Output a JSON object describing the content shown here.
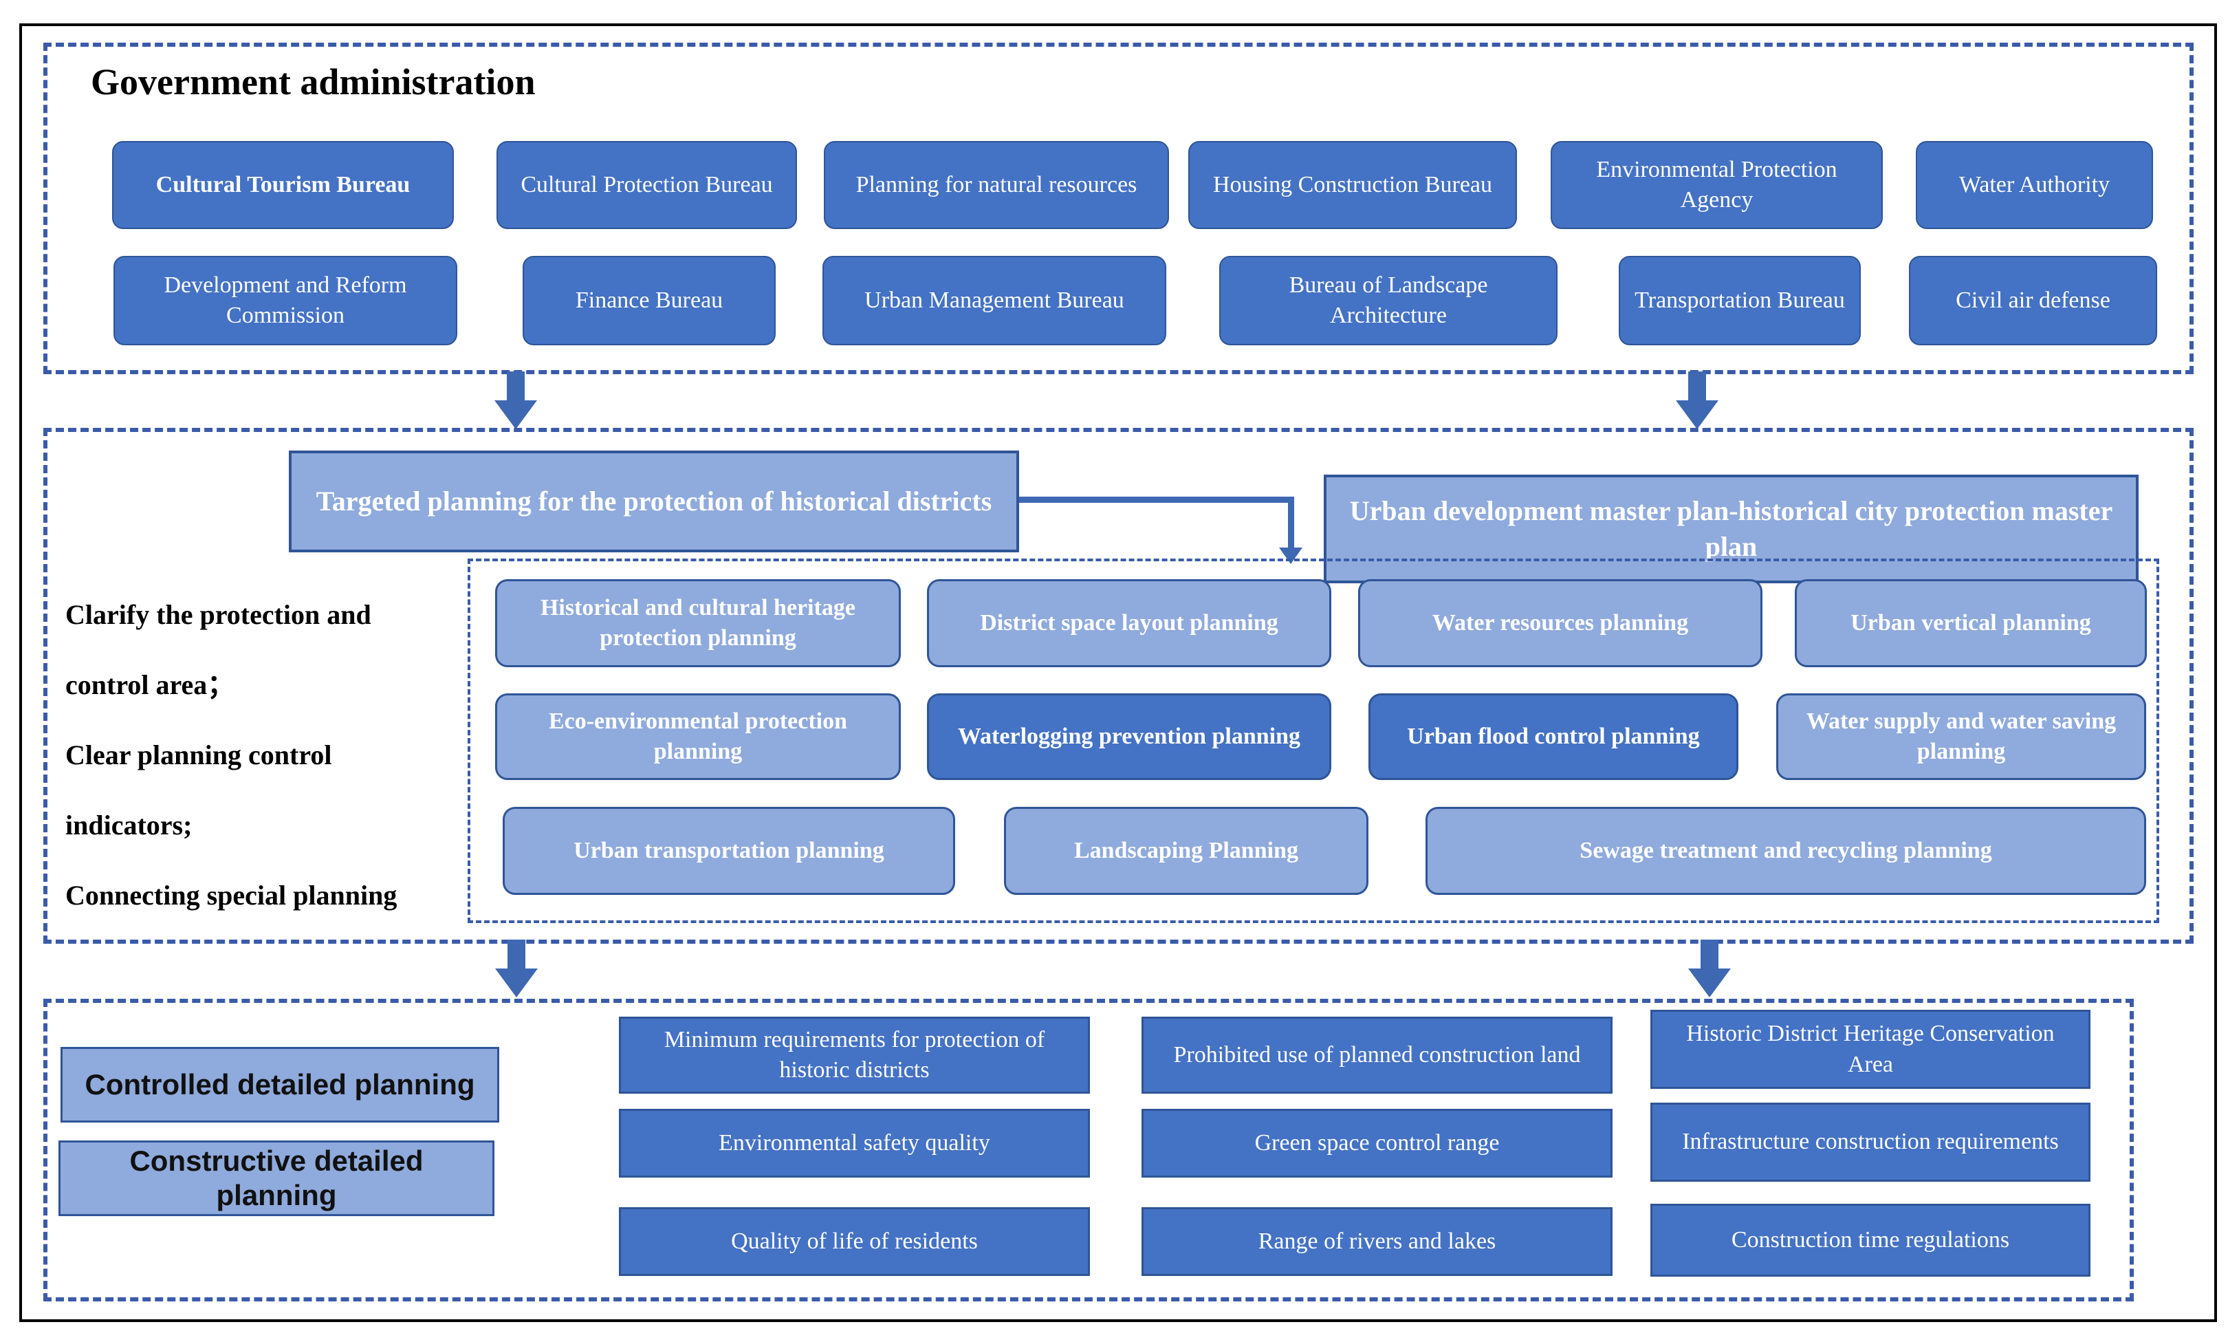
{
  "colors": {
    "medium_blue": "#4472C4",
    "light_blue": "#8FAADC",
    "border_dark": "#2F5597",
    "dash_blue": "#3A5BA9",
    "arrow_blue": "#3E68B2",
    "frame_black": "#000000"
  },
  "section1": {
    "title": "Government administration",
    "row1": [
      {
        "label": "Cultural Tourism Bureau"
      },
      {
        "label": "Cultural Protection Bureau"
      },
      {
        "label": "Planning for natural resources"
      },
      {
        "label": "Housing Construction Bureau"
      },
      {
        "label": "Environmental Protection Agency"
      },
      {
        "label": "Water Authority"
      }
    ],
    "row2": [
      {
        "label": "Development and Reform Commission"
      },
      {
        "label": "Finance Bureau"
      },
      {
        "label": "Urban Management Bureau"
      },
      {
        "label": "Bureau of Landscape Architecture"
      },
      {
        "label": "Transportation Bureau"
      },
      {
        "label": "Civil air defense"
      }
    ]
  },
  "section2": {
    "left_header": "Targeted planning for the protection of historical districts",
    "right_header": "Urban development master plan-historical city protection master plan",
    "side_note": {
      "lines": [
        "Clarify the protection and",
        "control area；",
        "Clear planning control",
        "indicators;",
        "Connecting special planning"
      ]
    },
    "grid_row1": [
      {
        "label": "Historical and cultural heritage protection planning"
      },
      {
        "label": "District space layout planning"
      },
      {
        "label": "Water resources planning"
      },
      {
        "label": "Urban vertical planning"
      }
    ],
    "grid_row2": [
      {
        "label": "Eco-environmental protection planning"
      },
      {
        "label": "Waterlogging prevention planning"
      },
      {
        "label": "Urban flood control planning"
      },
      {
        "label": "Water supply and water saving planning"
      }
    ],
    "grid_row3": [
      {
        "label": "Urban transportation planning"
      },
      {
        "label": "Landscaping Planning"
      },
      {
        "label": "Sewage treatment and recycling planning"
      }
    ]
  },
  "section3": {
    "left_boxes": [
      {
        "label": "Controlled detailed planning"
      },
      {
        "label": "Constructive detailed planning"
      }
    ],
    "col1": [
      {
        "label": "Minimum requirements for protection of historic districts"
      },
      {
        "label": "Environmental safety quality"
      },
      {
        "label": "Quality of life of residents"
      }
    ],
    "col2": [
      {
        "label": "Prohibited use of planned construction land"
      },
      {
        "label": "Green space control range"
      },
      {
        "label": "Range of rivers and lakes"
      }
    ],
    "col3": [
      {
        "label": "Historic District Heritage Conservation Area"
      },
      {
        "label": "Infrastructure construction requirements"
      },
      {
        "label": "Construction time regulations"
      }
    ]
  }
}
